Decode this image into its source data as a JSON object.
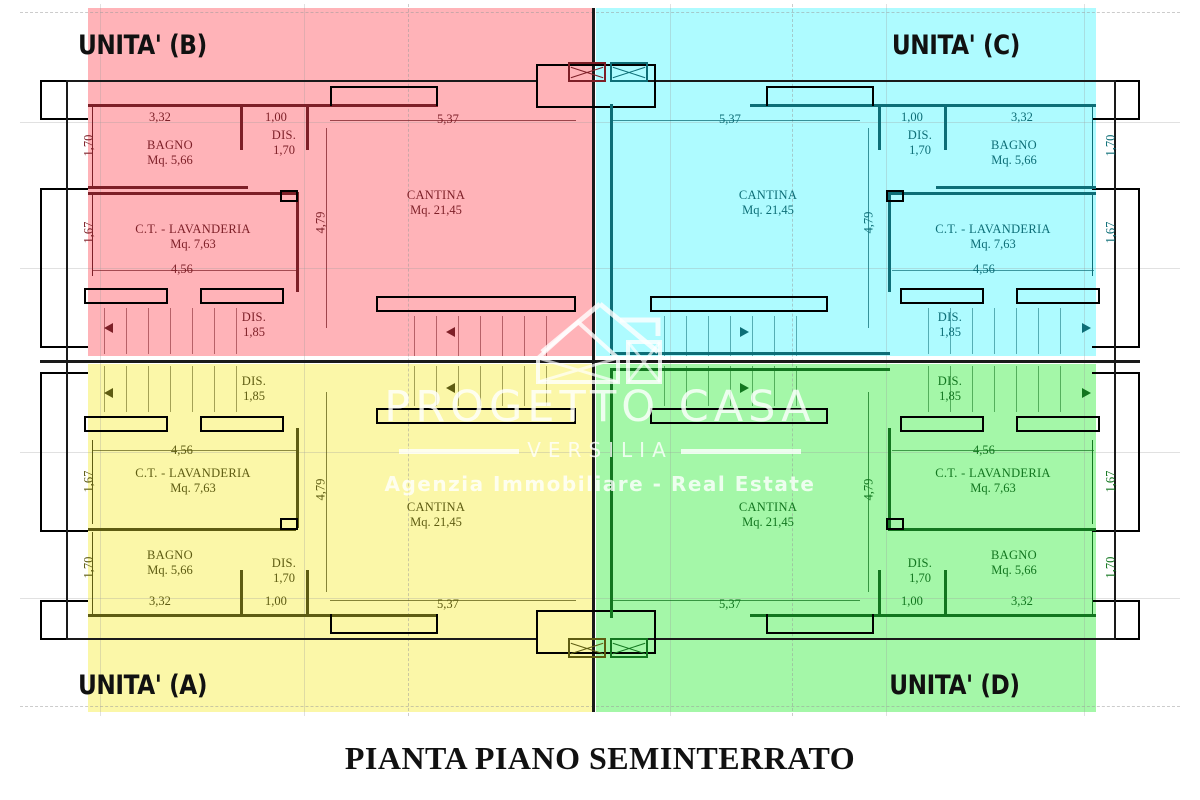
{
  "page_title": "PIANTA PIANO SEMINTERRATO",
  "watermark": {
    "name": "PROGETTO CASA",
    "subtitle": "VERSILIA",
    "tagline": "Agenzia Immobiliare - Real Estate",
    "logo_icon": "house-roof-icon"
  },
  "colors": {
    "unit_b_fill": "#ffb3b8",
    "unit_c_fill": "#aefbff",
    "unit_a_fill": "#fbf7a8",
    "unit_d_fill": "#a4f7a8",
    "unit_b_ink": "#7d1f27",
    "unit_c_ink": "#0d6e77",
    "unit_a_ink": "#5e5c12",
    "unit_d_ink": "#12761f",
    "outer_wall_ink": "#1a1a1a",
    "background": "#ffffff"
  },
  "units": [
    {
      "id": "B",
      "title": "UNITA' (B)",
      "fill": "#ffb3b8",
      "ink": "#7d1f27",
      "rooms": [
        {
          "name": "BAGNO",
          "area": "Mq. 5,66"
        },
        {
          "name": "CANTINA",
          "area": "Mq. 21,45"
        },
        {
          "name": "C.T. - LAVANDERIA",
          "area": "Mq. 7,63"
        },
        {
          "name": "DIS.",
          "area": "1,70"
        },
        {
          "name": "DIS.",
          "area": "1,85"
        }
      ],
      "dims": {
        "bagno_w": "3,32",
        "bagno_h": "1,70",
        "dis_w": "1,00",
        "dis_h": "1,70",
        "cantina_w": "5,37",
        "cantina_h": "4,79",
        "lav_w": "4,56",
        "lav_h": "1,67",
        "corridor": "1,85"
      }
    },
    {
      "id": "C",
      "title": "UNITA' (C)",
      "fill": "#aefbff",
      "ink": "#0d6e77",
      "rooms": [
        {
          "name": "BAGNO",
          "area": "Mq. 5,66"
        },
        {
          "name": "CANTINA",
          "area": "Mq. 21,45"
        },
        {
          "name": "C.T. - LAVANDERIA",
          "area": "Mq. 7,63"
        },
        {
          "name": "DIS.",
          "area": "1,70"
        },
        {
          "name": "DIS.",
          "area": "1,85"
        }
      ],
      "dims": {
        "bagno_w": "3,32",
        "bagno_h": "1,70",
        "dis_w": "1,00",
        "dis_h": "1,70",
        "cantina_w": "5,37",
        "cantina_h": "4,79",
        "lav_w": "4,56",
        "lav_h": "1,67",
        "corridor": "1,85"
      }
    },
    {
      "id": "A",
      "title": "UNITA' (A)",
      "fill": "#fbf7a8",
      "ink": "#5e5c12",
      "rooms": [
        {
          "name": "BAGNO",
          "area": "Mq. 5,66"
        },
        {
          "name": "CANTINA",
          "area": "Mq. 21,45"
        },
        {
          "name": "C.T. - LAVANDERIA",
          "area": "Mq. 7,63"
        },
        {
          "name": "DIS.",
          "area": "1,70"
        },
        {
          "name": "DIS.",
          "area": "1,85"
        }
      ],
      "dims": {
        "bagno_w": "3,32",
        "bagno_h": "1,70",
        "dis_w": "1,00",
        "dis_h": "1,70",
        "cantina_w": "5,37",
        "cantina_h": "4,79",
        "lav_w": "4,56",
        "lav_h": "1,67",
        "corridor": "1,85"
      }
    },
    {
      "id": "D",
      "title": "UNITA' (D)",
      "fill": "#a4f7a8",
      "ink": "#12761f",
      "rooms": [
        {
          "name": "BAGNO",
          "area": "Mq. 5,66"
        },
        {
          "name": "CANTINA",
          "area": "Mq. 21,45"
        },
        {
          "name": "C.T. - LAVANDERIA",
          "area": "Mq. 7,63"
        },
        {
          "name": "DIS.",
          "area": "1,70"
        },
        {
          "name": "DIS.",
          "area": "1,85"
        }
      ],
      "dims": {
        "bagno_w": "3,32",
        "bagno_h": "1,70",
        "dis_w": "1,00",
        "dis_h": "1,70",
        "cantina_w": "5,37",
        "cantina_h": "4,79",
        "lav_w": "4,56",
        "lav_h": "1,67",
        "corridor": "1,85"
      }
    }
  ],
  "symbols": {
    "stair_arrow_left": "stair-direction-arrow-left",
    "stair_arrow_right": "stair-direction-arrow-right",
    "vent_box": "crossed-vent-box-icon"
  }
}
